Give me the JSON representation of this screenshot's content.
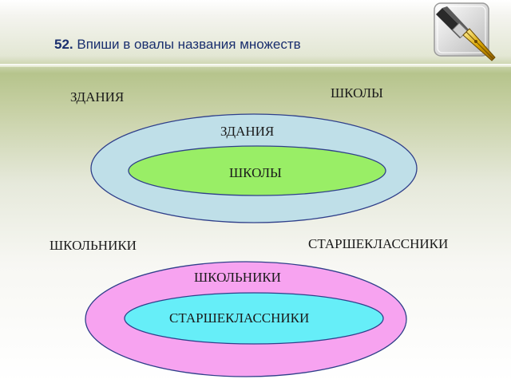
{
  "title": {
    "number": "52.",
    "text": "Впиши в овалы названия множеств"
  },
  "word_bank_top": {
    "left": "ЗДАНИЯ",
    "right": "ШКОЛЫ"
  },
  "diagram_top": {
    "outer": "ЗДАНИЯ",
    "inner": "ШКОЛЫ",
    "outer_color": "#bfdfe8",
    "inner_color": "#99ee66"
  },
  "word_bank_bottom": {
    "left": "ШКОЛЬНИКИ",
    "right": "СТАРШЕКЛАССНИКИ"
  },
  "diagram_bottom": {
    "outer": "ШКОЛЬНИКИ",
    "inner": "СТАРШЕКЛАССНИКИ",
    "outer_color": "#f7a3f0",
    "inner_color": "#66eef8"
  },
  "icons": {
    "pen": "fountain-pen-icon"
  }
}
